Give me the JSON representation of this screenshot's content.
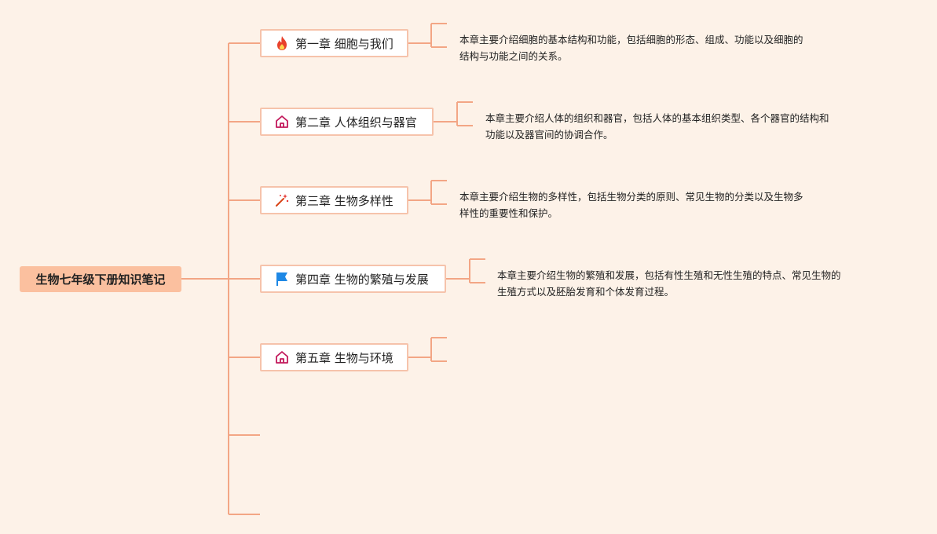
{
  "root": {
    "title": "生物七年级下册知识笔记"
  },
  "chapters": [
    {
      "label": "第一章 细胞与我们",
      "icon": "fire-icon",
      "desc_line1": "本章主要介绍细胞的基本结构和功能，包括细胞的形态、组成、功能以及细胞的",
      "desc_line2": "结构与功能之间的关系。"
    },
    {
      "label": "第二章 人体组织与器官",
      "icon": "house-icon",
      "desc_line1": "本章主要介绍人体的组织和器官，包括人体的基本组织类型、各个器官的结构和",
      "desc_line2": "功能以及器官间的协调合作。"
    },
    {
      "label": "第三章 生物多样性",
      "icon": "magic-wand-icon",
      "desc_line1": "本章主要介绍生物的多样性，包括生物分类的原则、常见生物的分类以及生物多",
      "desc_line2": "样性的重要性和保护。"
    },
    {
      "label": "第四章 生物的繁殖与发展",
      "icon": "flag-icon",
      "desc_line1": "本章主要介绍生物的繁殖和发展，包括有性生殖和无性生殖的特点、常见生物的",
      "desc_line2": "生殖方式以及胚胎发育和个体发育过程。"
    },
    {
      "label": "第五章 生物与环境",
      "icon": "house-icon",
      "desc_line1": "",
      "desc_line2": ""
    }
  ],
  "colors": {
    "background": "#fdf2e8",
    "connector": "#f3a685",
    "root_fill": "#fbc09f",
    "node_border": "#f6c3ab",
    "fire": "#e8412c",
    "house": "#c2185b",
    "flag": "#1e88e5",
    "wand": "#d84315"
  }
}
